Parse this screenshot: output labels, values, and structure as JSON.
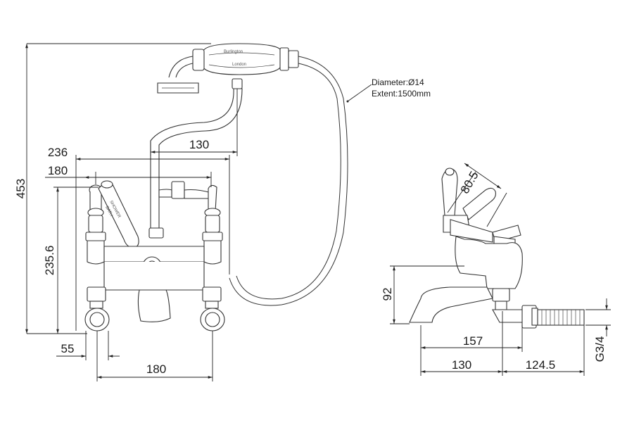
{
  "product": {
    "brand": "Burlington",
    "brand_sub": "London",
    "lever_label_1": "SHOWER",
    "lever_label_2": "BATH"
  },
  "annotation": {
    "line1": "Diameter:Ø14",
    "line2": "Extent:1500mm"
  },
  "dimensions": {
    "overall_height": "453",
    "handset_offset": "130",
    "overall_width": "236",
    "lever_spacing": "180",
    "body_height": "235.6",
    "inlet_depth": "55",
    "centres": "180",
    "side_lever_angle": "80.5",
    "spout_height": "92",
    "spout_projection": "157",
    "spout_to_wall": "130",
    "tail_length": "124.5",
    "thread": "G3/4"
  }
}
